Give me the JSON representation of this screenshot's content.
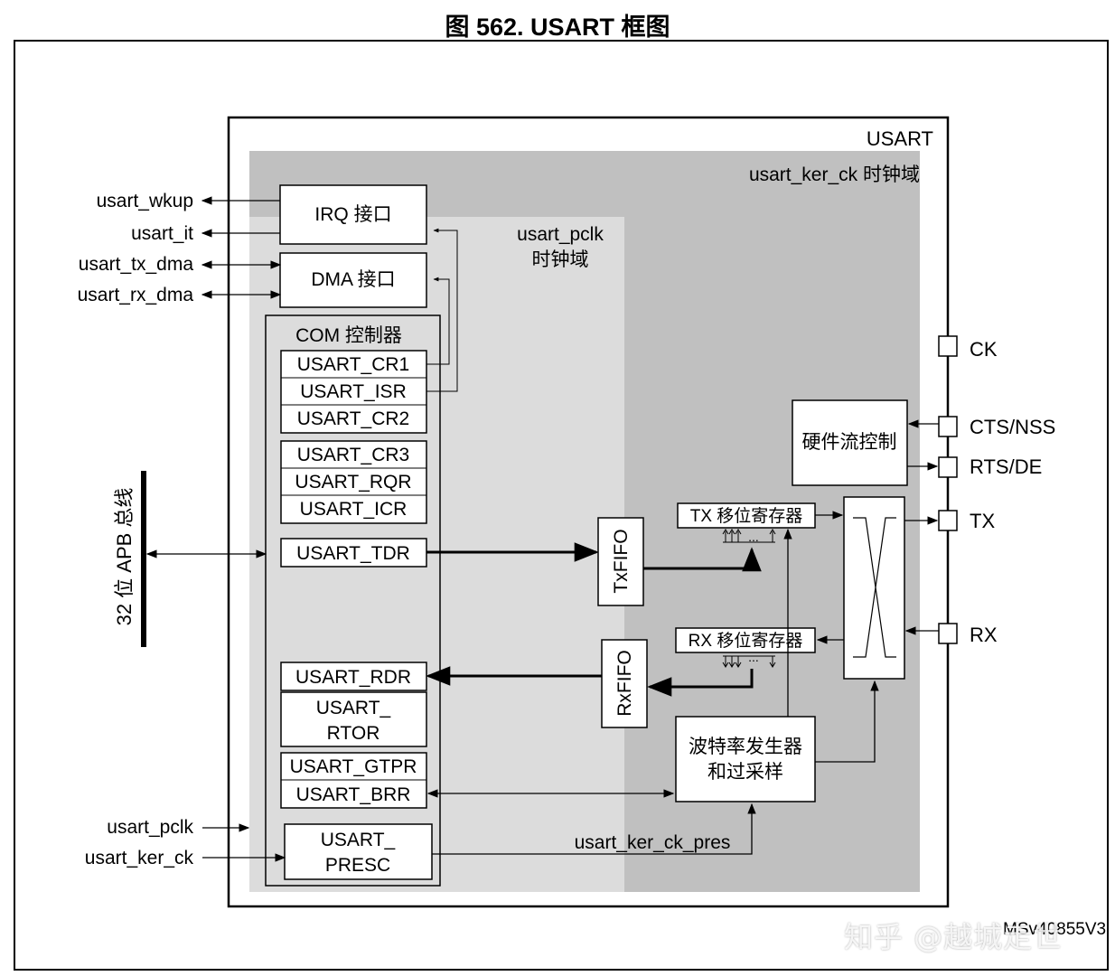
{
  "figure": {
    "title": "图 562. USART 框图"
  },
  "blocks": {
    "usart_label": "USART",
    "ker_domain_line1": "usart_ker_ck 时钟域",
    "pclk_domain_line1": "usart_pclk",
    "pclk_domain_line2": "时钟域",
    "irq": "IRQ 接口",
    "dma": "DMA 接口",
    "com_controller": "COM 控制器",
    "registers": [
      "USART_CR1",
      "USART_ISR",
      "USART_CR2",
      "USART_CR3",
      "USART_RQR",
      "USART_ICR",
      "USART_TDR",
      "USART_RDR",
      "USART_GTPR",
      "USART_BRR"
    ],
    "rtor_line1": "USART_",
    "rtor_line2": "RTOR",
    "presc_line1": "USART_",
    "presc_line2": "PRESC",
    "txfifo": "TxFIFO",
    "rxfifo": "RxFIFO",
    "tx_shift": "TX 移位寄存器",
    "rx_shift": "RX 移位寄存器",
    "hw_flow": "硬件流控制",
    "baud_line1": "波特率发生器",
    "baud_line2": "和过采样",
    "ker_ck_pres": "usart_ker_ck_pres"
  },
  "signals_left": [
    "usart_wkup",
    "usart_it",
    "usart_tx_dma",
    "usart_rx_dma",
    "usart_pclk",
    "usart_ker_ck"
  ],
  "bus_label": "32 位 APB 总线",
  "pins": [
    "CK",
    "CTS/NSS",
    "RTS/DE",
    "TX",
    "RX"
  ],
  "watermark": "知乎 @越城走世",
  "figure_code": "MSv40855V3"
}
